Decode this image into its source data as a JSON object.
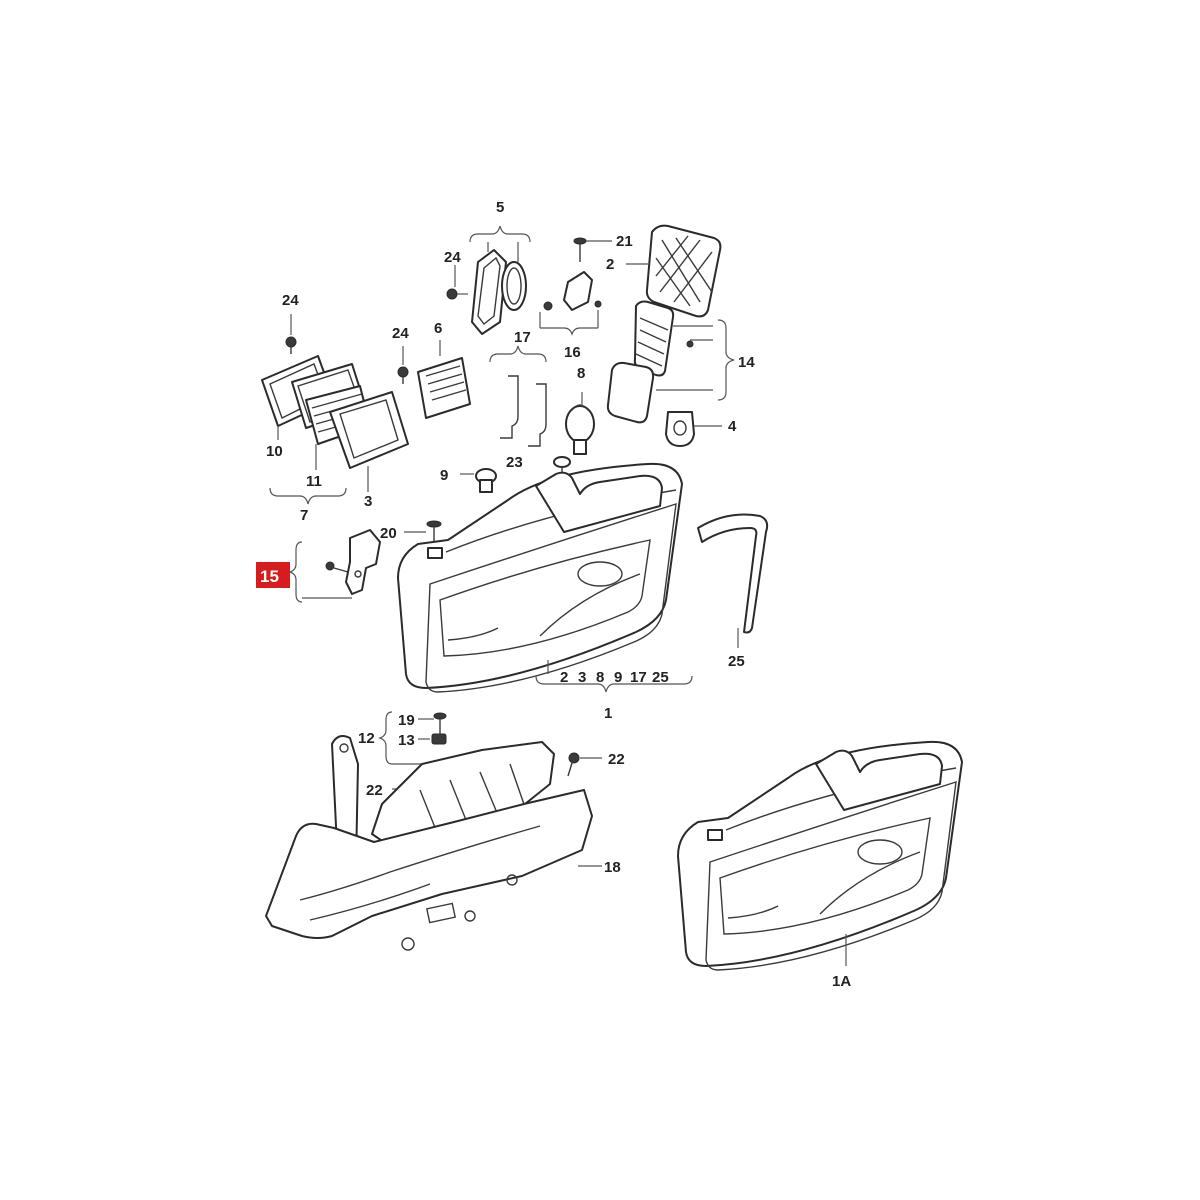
{
  "highlighted_label": "15",
  "highlight_color": "#d61c1c",
  "callouts": {
    "c1": "1",
    "c1A": "1A",
    "c2": "2",
    "c3": "3",
    "c4": "4",
    "c5": "5",
    "c6": "6",
    "c7": "7",
    "c8": "8",
    "c9": "9",
    "c10": "10",
    "c11": "11",
    "c12": "12",
    "c13": "13",
    "c14": "14",
    "c16": "16",
    "c17": "17",
    "c18": "18",
    "c19": "19",
    "c20": "20",
    "c21": "21",
    "c22a": "22",
    "c22b": "22",
    "c23": "23",
    "c24a": "24",
    "c24b": "24",
    "c24c": "24",
    "c25": "25"
  },
  "included_parts": [
    "2",
    "3",
    "8",
    "9",
    "17",
    "25"
  ]
}
